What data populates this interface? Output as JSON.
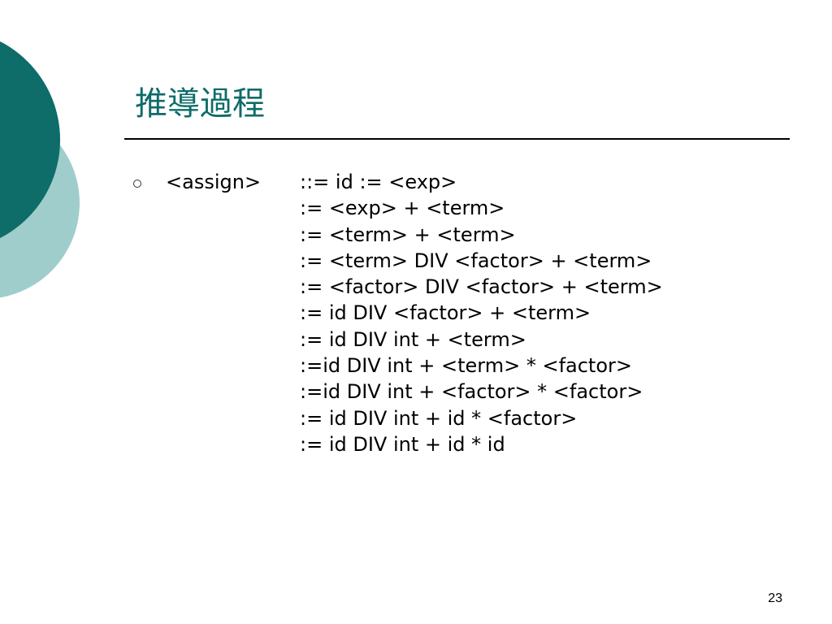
{
  "slide": {
    "title": "推導過程",
    "page_number": "23"
  },
  "bullet": {
    "term": "<assign>",
    "derivation_steps": [
      "::= id := <exp>",
      ":= <exp> + <term>",
      ":= <term> + <term>",
      ":= <term> DIV <factor> + <term>",
      ":= <factor> DIV <factor> + <term>",
      ":= id DIV <factor> + <term>",
      ":= id DIV int + <term>",
      ":=id DIV int + <term> * <factor>",
      ":=id DIV int + <factor> * <factor>",
      ":= id DIV int + id * <factor>",
      ":= id DIV int + id * id"
    ]
  },
  "theme": {
    "title_color": "#0e6c69",
    "dark_teal": "#0e6c69",
    "light_teal": "#9fcdcc"
  }
}
